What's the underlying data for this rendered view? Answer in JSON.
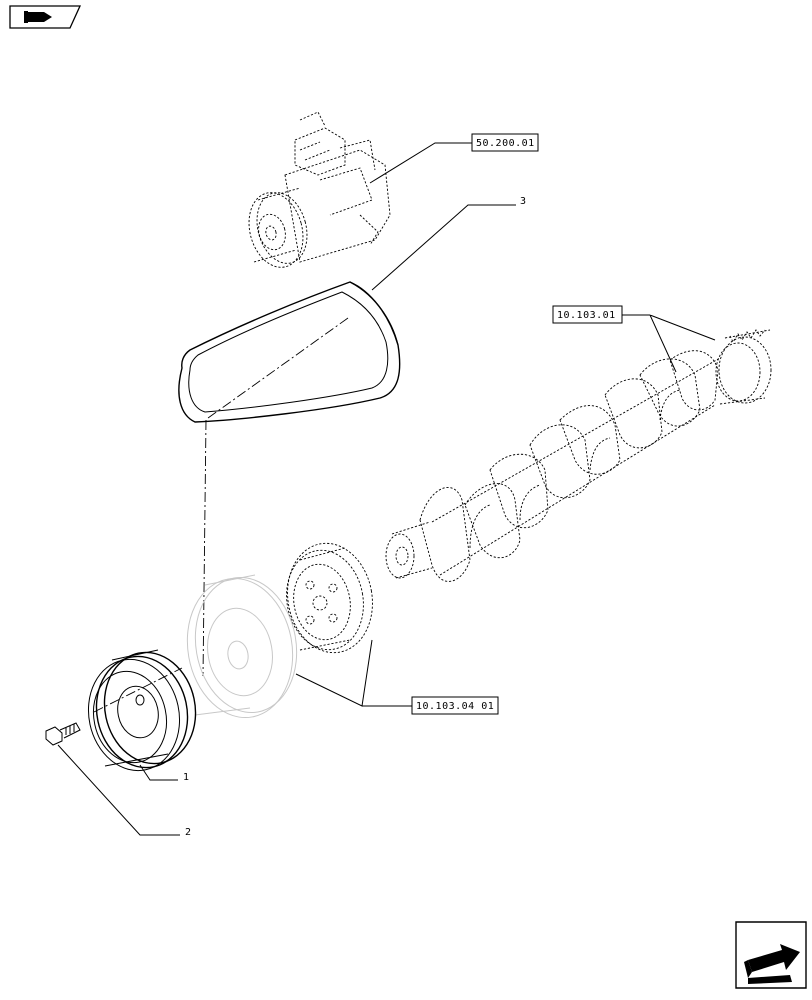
{
  "page": {
    "background": "#ffffff",
    "line_color": "#000000",
    "faint_color": "#c8c8c8"
  },
  "nav_icons": {
    "top_left": "book-navigation-icon",
    "bottom_right": "next-page-arrow-icon"
  },
  "references": {
    "compressor_ref": "50.200.01",
    "crankshaft_ref": "10.103.01",
    "damper_ref": "10.103.04 01"
  },
  "callouts": {
    "belt": "3",
    "pulley": "1",
    "bolt": "2"
  }
}
